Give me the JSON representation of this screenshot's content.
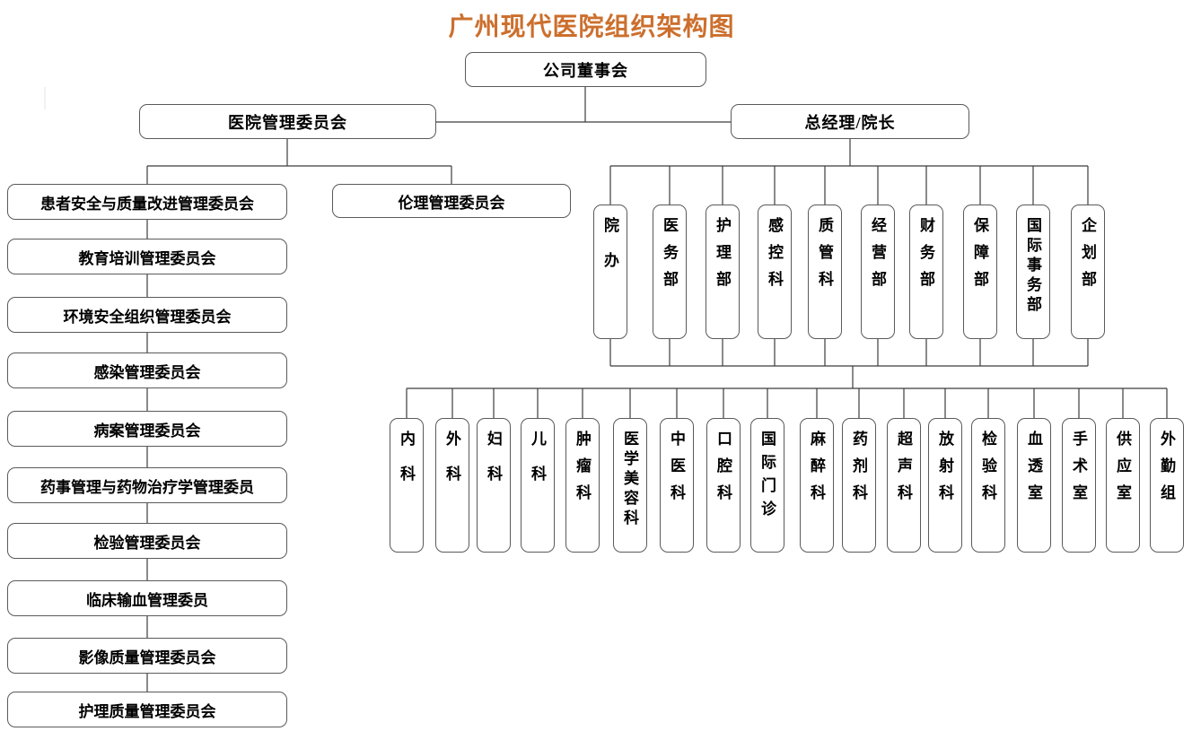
{
  "title": "广州现代医院组织架构图",
  "root": {
    "label": "公司董事会"
  },
  "branches": {
    "hospital_committee": {
      "label": "医院管理委员会"
    },
    "general_manager": {
      "label": "总经理/院长"
    }
  },
  "ethics": {
    "label": "伦理管理委员会"
  },
  "committees": [
    "患者安全与质量改进管理委员会",
    "教育培训管理委员会",
    "环境安全组织管理委员会",
    "感染管理委员会",
    "病案管理委员会",
    "药事管理与药物治疗学管理委员",
    "检验管理委员会",
    "临床输血管理委员",
    "影像质量管理委员会",
    "护理质量管理委员会"
  ],
  "admin_departments": [
    "院办",
    "医务部",
    "护理部",
    "感控科",
    "质管科",
    "经营部",
    "财务部",
    "保障部",
    "国际事务部",
    "企划部"
  ],
  "clinical_departments": [
    "内科",
    "外科",
    "妇科",
    "儿科",
    "肿瘤科",
    "医学美容科",
    "中医科",
    "口腔科",
    "国际门诊",
    "麻醉科",
    "药剂科",
    "超声科",
    "放射科",
    "检验科",
    "血透室",
    "手术室",
    "供应室",
    "外勤组"
  ],
  "colors": {
    "title": "#CC6F2D",
    "box_border": "#5A5A5A",
    "connector": "#3C3C3C",
    "text": "#000000",
    "background": "#FFFFFF"
  }
}
